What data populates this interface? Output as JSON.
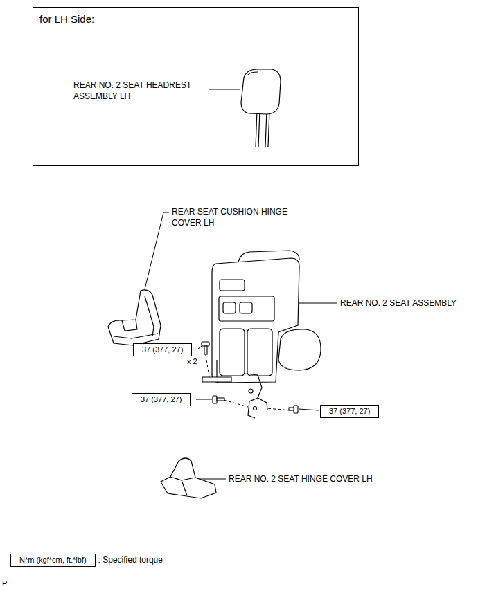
{
  "diagram": {
    "nodes": [
      {
        "text": [
          "for LH Side:",
          "REAR NO. 2 SEAT HEADREST ASSEMBLY LH"
        ]
      },
      {
        "text": [
          "37 (377, 27)"
        ]
      },
      {
        "text": [
          "37 (377, 27)"
        ]
      },
      {
        "text": [
          "37 (377, 27)"
        ]
      },
      {
        "text": [
          "N*m (kgf*cm, ft.*lbf)"
        ]
      }
    ],
    "labels": [
      "REAR SEAT CUSHION HINGE COVER LH",
      "REAR NO. 2 SEAT ASSEMBLY",
      "x 2",
      "REAR NO. 2 SEAT HINGE COVER LH",
      ": Specified torque",
      "P"
    ]
  }
}
